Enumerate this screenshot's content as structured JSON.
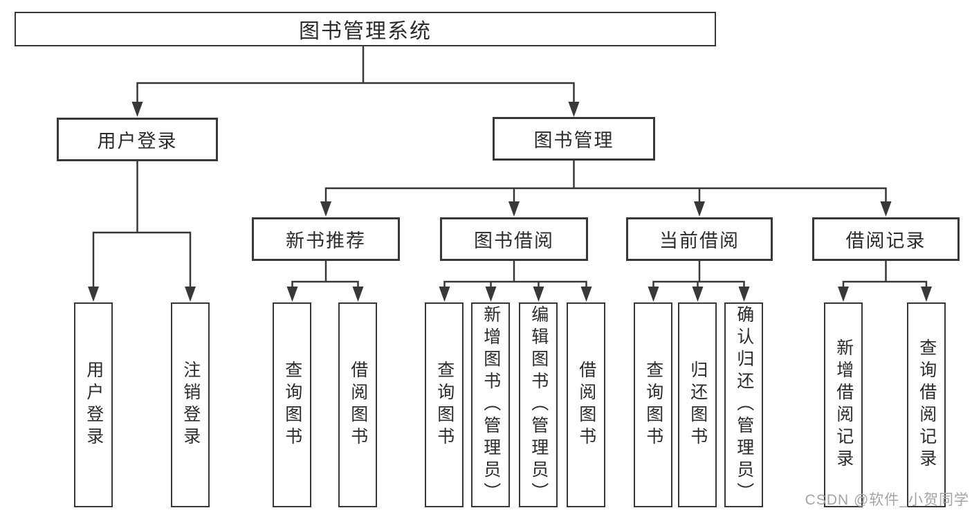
{
  "diagram": {
    "root": {
      "label": "图书管理系统"
    },
    "branches": [
      {
        "label": "用户登录",
        "children": [
          {
            "label": "用户登录"
          },
          {
            "label": "注销登录"
          }
        ]
      },
      {
        "label": "图书管理",
        "children": [
          {
            "label": "新书推荐",
            "children": [
              {
                "label": "查询图书"
              },
              {
                "label": "借阅图书"
              }
            ]
          },
          {
            "label": "图书借阅",
            "children": [
              {
                "label": "查询图书"
              },
              {
                "label": "新增图书（管理员）"
              },
              {
                "label": "编辑图书（管理员）"
              },
              {
                "label": "借阅图书"
              }
            ]
          },
          {
            "label": "当前借阅",
            "children": [
              {
                "label": "查询图书"
              },
              {
                "label": "归还图书"
              },
              {
                "label": "确认归还（管理员）"
              }
            ]
          },
          {
            "label": "借阅记录",
            "children": [
              {
                "label": "新增借阅记录"
              },
              {
                "label": "查询借阅记录"
              }
            ]
          }
        ]
      }
    ],
    "watermark": "CSDN @软件_小贺同学",
    "colors": {
      "line": "#383838",
      "text": "#2b2b2b",
      "watermark": "#a4a4a4",
      "background": "#ffffff"
    }
  }
}
